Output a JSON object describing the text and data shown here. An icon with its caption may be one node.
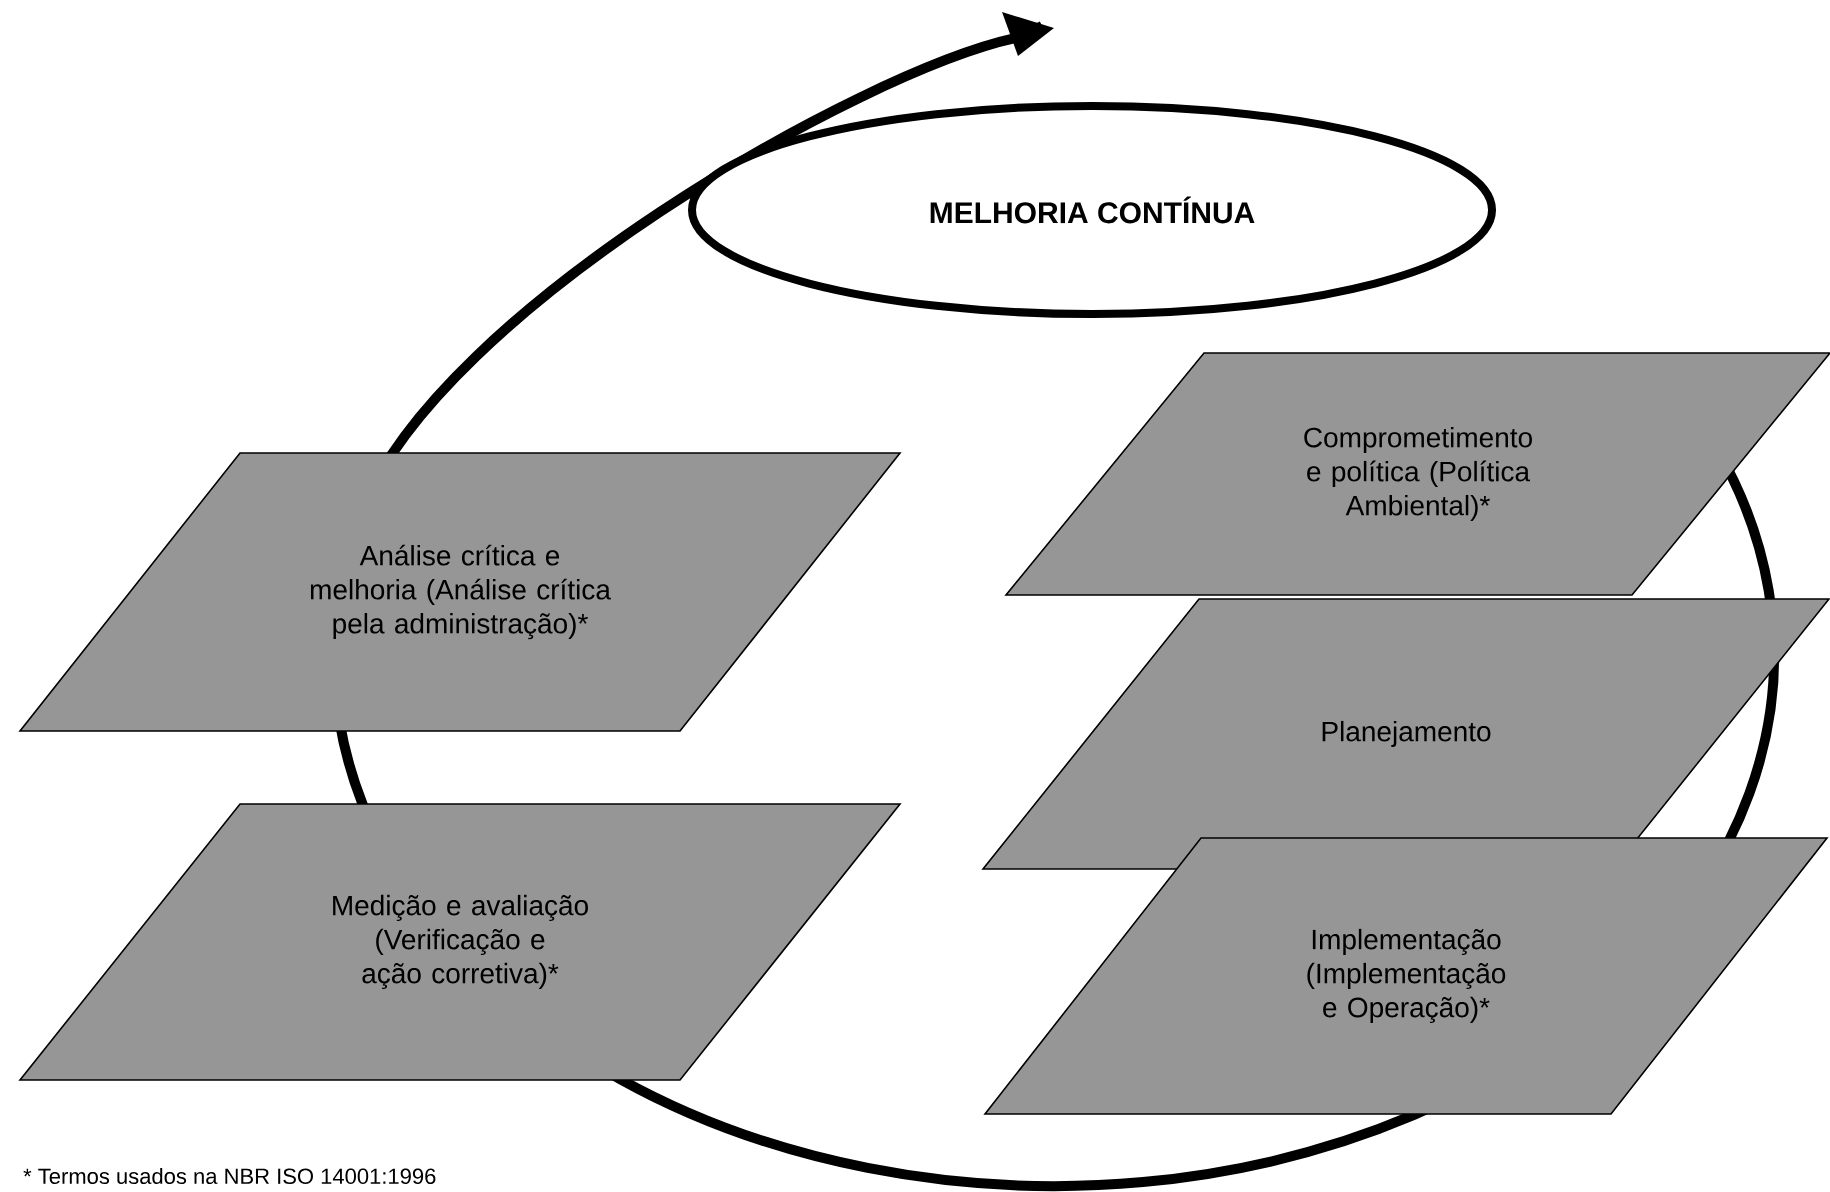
{
  "diagram": {
    "nodes": [
      {
        "text": [
          "MELHORIA CONTÍNUA"
        ]
      },
      {
        "text": [
          "Comprometimento e política (Política Ambiental)*"
        ]
      },
      {
        "text": [
          "Análise crítica e melhoria (Análise crítica pela administração)*"
        ]
      },
      {
        "text": [
          "Planejamento"
        ]
      },
      {
        "text": [
          "Medição e avaliação (Verificação e ação corretiva)*"
        ]
      },
      {
        "text": [
          "Implementação (Implementação e Operação)*"
        ]
      }
    ],
    "labels": [
      "* Termos usados na NBR ISO 14001:1996"
    ]
  }
}
